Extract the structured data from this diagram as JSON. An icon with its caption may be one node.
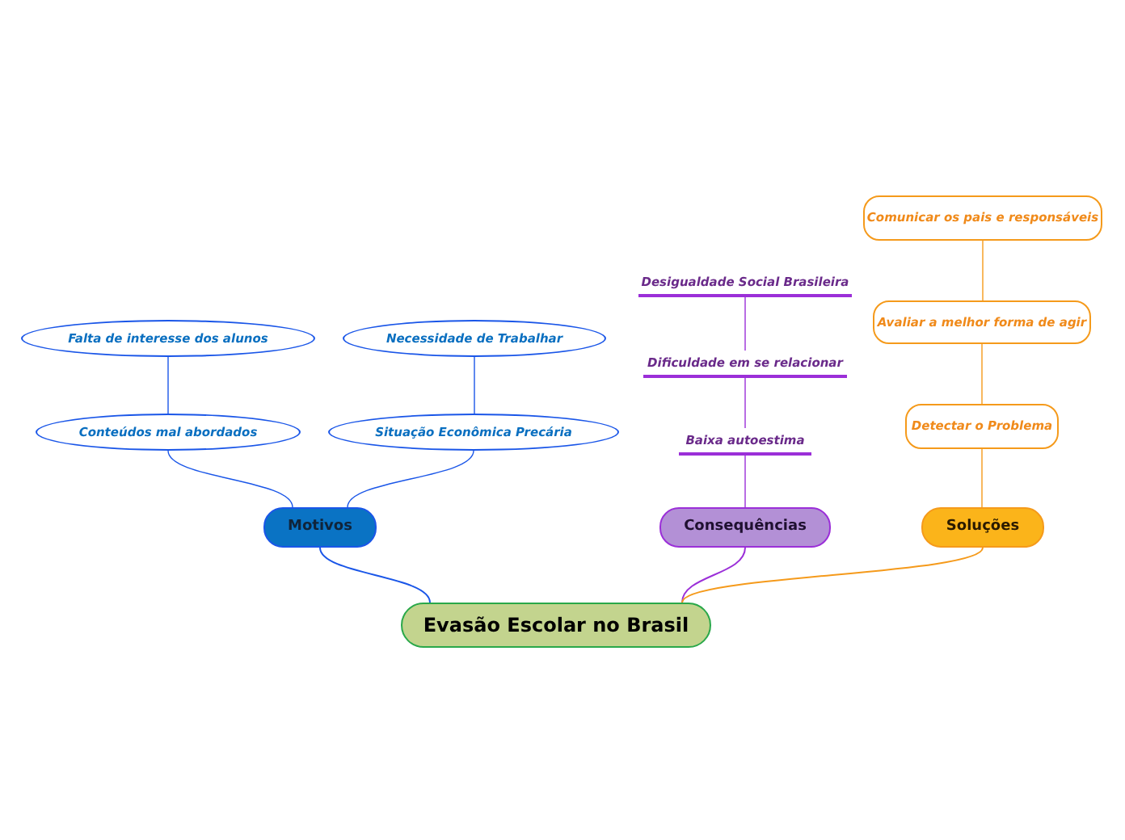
{
  "diagram": {
    "nodes": [
      {
        "text": [
          "Evasão Escolar no Brasil"
        ]
      },
      {
        "text": [
          "Motivos"
        ]
      },
      {
        "text": [
          "Conteúdos mal abordados"
        ]
      },
      {
        "text": [
          "Falta de interesse dos alunos"
        ]
      },
      {
        "text": [
          "Situação Econômica Precária"
        ]
      },
      {
        "text": [
          "Necessidade de Trabalhar"
        ]
      },
      {
        "text": [
          "Consequências"
        ]
      },
      {
        "text": [
          "Baixa autoestima"
        ]
      },
      {
        "text": [
          "Dificuldade em se relacionar"
        ]
      },
      {
        "text": [
          "Desigualdade Social Brasileira"
        ]
      },
      {
        "text": [
          "Soluções"
        ]
      },
      {
        "text": [
          "Detectar o Problema"
        ]
      },
      {
        "text": [
          "Avaliar a melhor forma de agir"
        ]
      },
      {
        "text": [
          "Comunicar os pais e responsáveis"
        ]
      }
    ],
    "edges": [
      {
        "from": 0,
        "to": 1,
        "arrow": "none"
      },
      {
        "from": 0,
        "to": 6,
        "arrow": "none",
        "color": "#9b2fd8"
      },
      {
        "from": 0,
        "to": 10,
        "arrow": "none",
        "color": "#f59a1b"
      },
      {
        "from": 1,
        "to": 2,
        "arrow": "none"
      },
      {
        "from": 1,
        "to": 4,
        "arrow": "none"
      },
      {
        "from": 2,
        "to": 3,
        "arrow": "none"
      },
      {
        "from": 4,
        "to": 5,
        "arrow": "none"
      },
      {
        "from": 6,
        "to": 7,
        "arrow": "none",
        "color": "#9b2fd8"
      },
      {
        "from": 7,
        "to": 8,
        "arrow": "none",
        "color": "#9b2fd8"
      },
      {
        "from": 8,
        "to": 9,
        "arrow": "none",
        "color": "#9b2fd8"
      },
      {
        "from": 10,
        "to": 11,
        "arrow": "none",
        "color": "#f59a1b"
      },
      {
        "from": 11,
        "to": 12,
        "arrow": "none",
        "color": "#f59a1b"
      },
      {
        "from": 12,
        "to": 13,
        "arrow": "none",
        "color": "#f59a1b"
      }
    ]
  }
}
